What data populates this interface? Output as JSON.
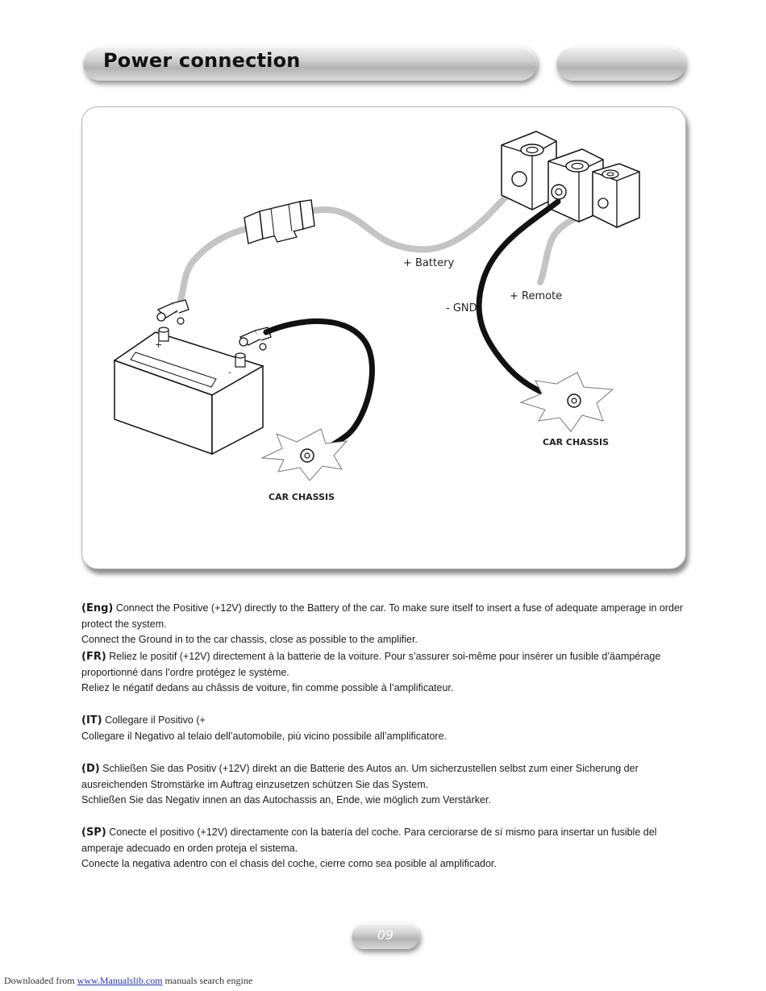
{
  "header": {
    "title": "Power connection"
  },
  "diagram": {
    "battery_label": "+ Battery",
    "remote_label": "+ Remote",
    "gnd_label": "- GND",
    "chassis_label_left": "CAR CHASSIS",
    "chassis_label_right": "CAR CHASSIS",
    "battery_plus": "+",
    "battery_minus": "-"
  },
  "paragraphs": [
    {
      "tag": "(Eng)",
      "lines": [
        "Connect the Positive (+12V) directly to the Battery of the car. To make sure itself to insert a fuse of adequate amperage in order protect the system.",
        "Connect the Ground in to the car chassis, close as possible to the amplifier."
      ]
    },
    {
      "tag": "(FR)",
      "lines": [
        "Reliez le positif (+12V) directement à la batterie de la voiture. Pour s’assurer soi-même pour insérer un fusible d’äampérage proportionné dans l’ordre protégez le système.",
        "Reliez le négatif dedans au châssis de voiture, fin comme possible à l’amplificateur."
      ]
    },
    {
      "tag": "(IT)",
      "lines": [
        "Collegare il Positivo (+",
        "Collegare il Negativo al telaio dell’automobile, più vicino possibile all’amplificatore."
      ]
    },
    {
      "tag": "(D)",
      "lines": [
        "Schließen Sie das Positiv (+12V) direkt an die Batterie des Autos an. Um sicherzustellen selbst zum einer Sicherung der ausreichenden Stromstärke im Auftrag einzusetzen schützen Sie das System.",
        "Schließen Sie das Negativ innen an das Autochassis an, Ende, wie möglich zum Verstärker."
      ]
    },
    {
      "tag": "(SP)",
      "lines": [
        "Conecte el positivo (+12V) directamente con la batería del coche. Para cerciorarse de sí mismo para insertar un fusible del amperaje adecuado en orden proteja el sistema.",
        "Conecte la negativa adentro con el chasis del coche, cierre como sea posible al amplificador."
      ]
    }
  ],
  "page_number": "09",
  "footer": {
    "prefix": "Downloaded from ",
    "link_text": "www.Manualslib.com",
    "suffix": "  manuals search engine"
  }
}
